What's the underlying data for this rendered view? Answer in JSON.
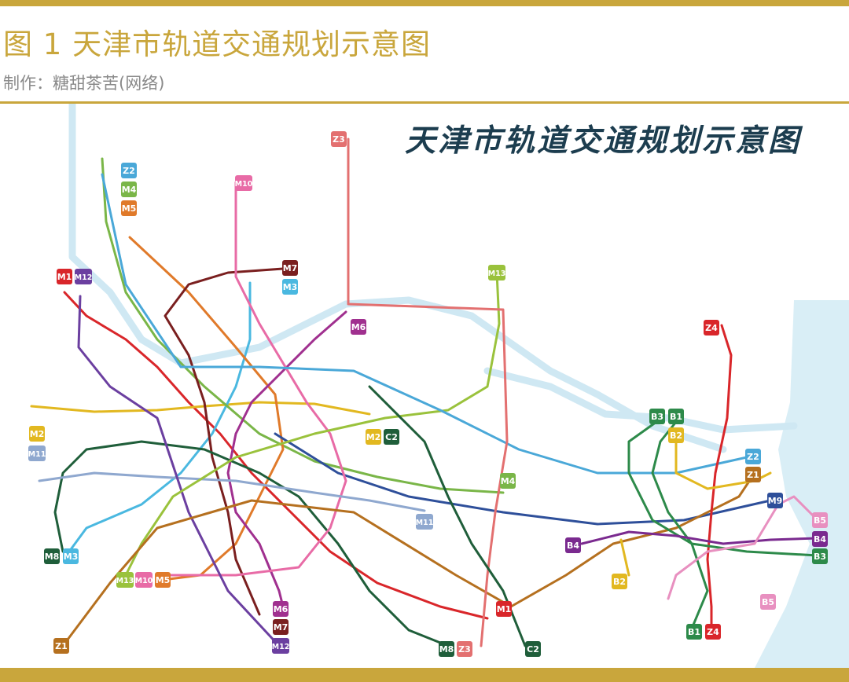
{
  "header": {
    "figure_title": "图 1  天津市轨道交通规划示意图",
    "credit": "制作：糖甜茶苦(网络)",
    "accent_color": "#c9a63c",
    "title_color": "#c9a63c"
  },
  "map": {
    "title": "天津市轨道交通规划示意图",
    "title_color": "#1c3d4f",
    "sea_color": "#d9eef6",
    "badges": [
      {
        "label": "Z2",
        "color": "#4aa8d8"
      },
      {
        "label": "M4",
        "color": "#7ab648"
      },
      {
        "label": "M5",
        "color": "#e07a2a"
      },
      {
        "label": "M10",
        "color": "#e86ba6"
      },
      {
        "label": "Z3",
        "color": "#e37070"
      },
      {
        "label": "M7",
        "color": "#7a1f1f"
      },
      {
        "label": "M3",
        "color": "#4ab8e0"
      },
      {
        "label": "M1",
        "color": "#d9262a"
      },
      {
        "label": "M12",
        "color": "#6b3fa0"
      },
      {
        "label": "M13",
        "color": "#9ac23c"
      },
      {
        "label": "M6",
        "color": "#a0308f"
      },
      {
        "label": "M2",
        "color": "#e2b820"
      },
      {
        "label": "M11",
        "color": "#8fa8cf"
      },
      {
        "label": "M2",
        "color": "#e2b820"
      },
      {
        "label": "C2",
        "color": "#1f5e3a"
      },
      {
        "label": "M4",
        "color": "#7ab648"
      },
      {
        "label": "M11",
        "color": "#8fa8cf"
      },
      {
        "label": "Z4",
        "color": "#d9262a"
      },
      {
        "label": "B3",
        "color": "#2d8a4a"
      },
      {
        "label": "B1",
        "color": "#2d8a4a"
      },
      {
        "label": "B2",
        "color": "#e2b820"
      },
      {
        "label": "Z2",
        "color": "#4aa8d8"
      },
      {
        "label": "Z1",
        "color": "#b5701f"
      },
      {
        "label": "M9",
        "color": "#2e4f9a"
      },
      {
        "label": "B5",
        "color": "#e890c0"
      },
      {
        "label": "B4",
        "color": "#7a2a8f"
      },
      {
        "label": "B3",
        "color": "#2d8a4a"
      },
      {
        "label": "B4",
        "color": "#7a2a8f"
      },
      {
        "label": "B2",
        "color": "#e2b820"
      },
      {
        "label": "M8",
        "color": "#1f5e3a"
      },
      {
        "label": "M3",
        "color": "#4ab8e0"
      },
      {
        "label": "M13",
        "color": "#9ac23c"
      },
      {
        "label": "M10",
        "color": "#e86ba6"
      },
      {
        "label": "M5",
        "color": "#e07a2a"
      },
      {
        "label": "M6",
        "color": "#a0308f"
      },
      {
        "label": "M7",
        "color": "#7a1f1f"
      },
      {
        "label": "M12",
        "color": "#6b3fa0"
      },
      {
        "label": "M1",
        "color": "#d9262a"
      },
      {
        "label": "B5",
        "color": "#e890c0"
      },
      {
        "label": "B1",
        "color": "#2d8a4a"
      },
      {
        "label": "Z4",
        "color": "#d9262a"
      },
      {
        "label": "Z1",
        "color": "#b5701f"
      },
      {
        "label": "M8",
        "color": "#1f5e3a"
      },
      {
        "label": "Z3",
        "color": "#e37070"
      },
      {
        "label": "C2",
        "color": "#1f5e3a"
      }
    ]
  }
}
